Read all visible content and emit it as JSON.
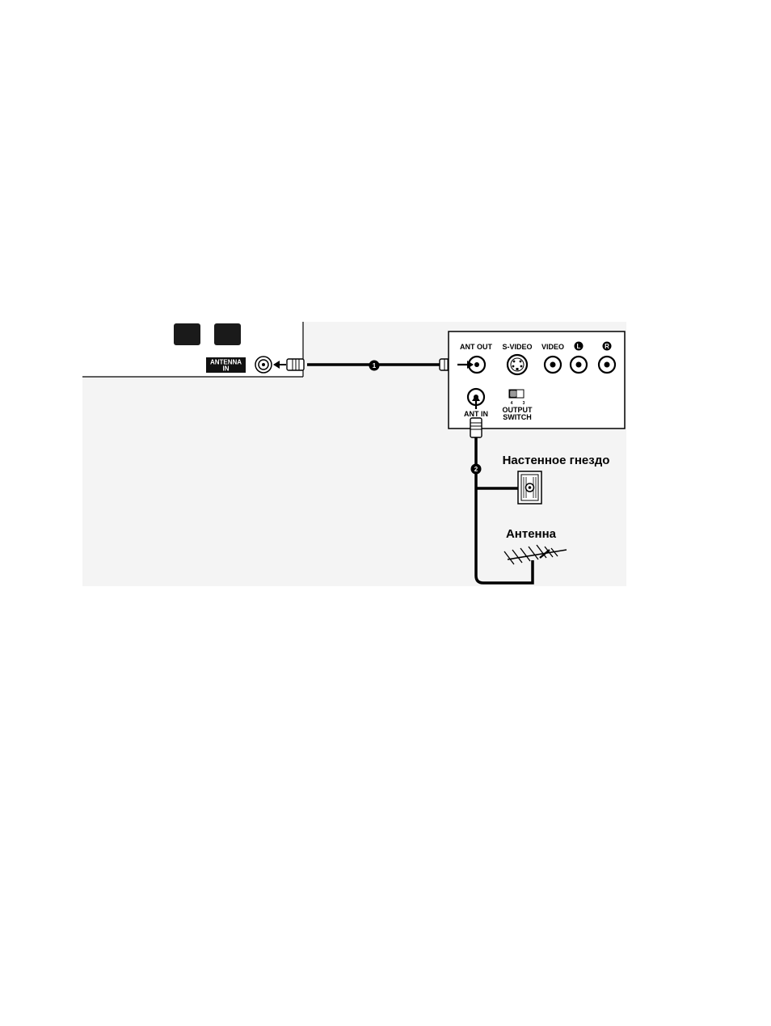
{
  "tv_panel": {
    "antenna_label_line1": "ANTENNA",
    "antenna_label_line2": "IN"
  },
  "vcr_panel": {
    "ant_out": "ANT OUT",
    "s_video": "S-VIDEO",
    "video": "VIDEO",
    "audio_left": "L",
    "audio_right": "R",
    "ant_in": "ANT IN",
    "switch_pos_a": "4",
    "switch_pos_b": "3",
    "output_switch_line1": "OUTPUT",
    "output_switch_line2": "SWITCH"
  },
  "steps": {
    "step1": "1",
    "step2": "2"
  },
  "labels": {
    "wall_socket": "Настенное гнездо",
    "antenna": "Антенна"
  }
}
